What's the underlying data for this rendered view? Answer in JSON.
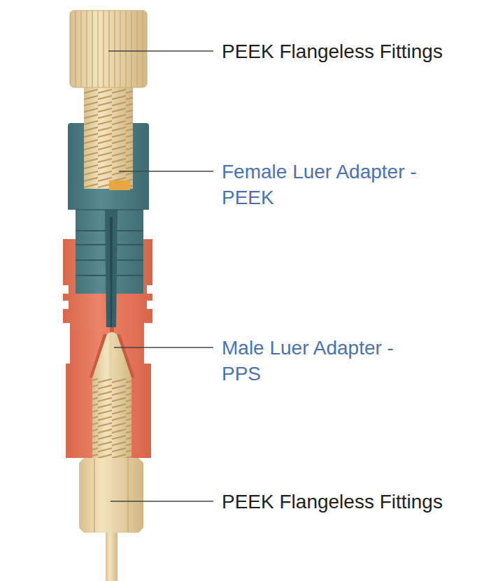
{
  "diagram": {
    "labels": [
      "PEEK Flangeless Fittings",
      "Female Luer Adapter -PEEK",
      "Male Luer Adapter -PPS",
      "PEEK Flangeless Fittings"
    ]
  }
}
